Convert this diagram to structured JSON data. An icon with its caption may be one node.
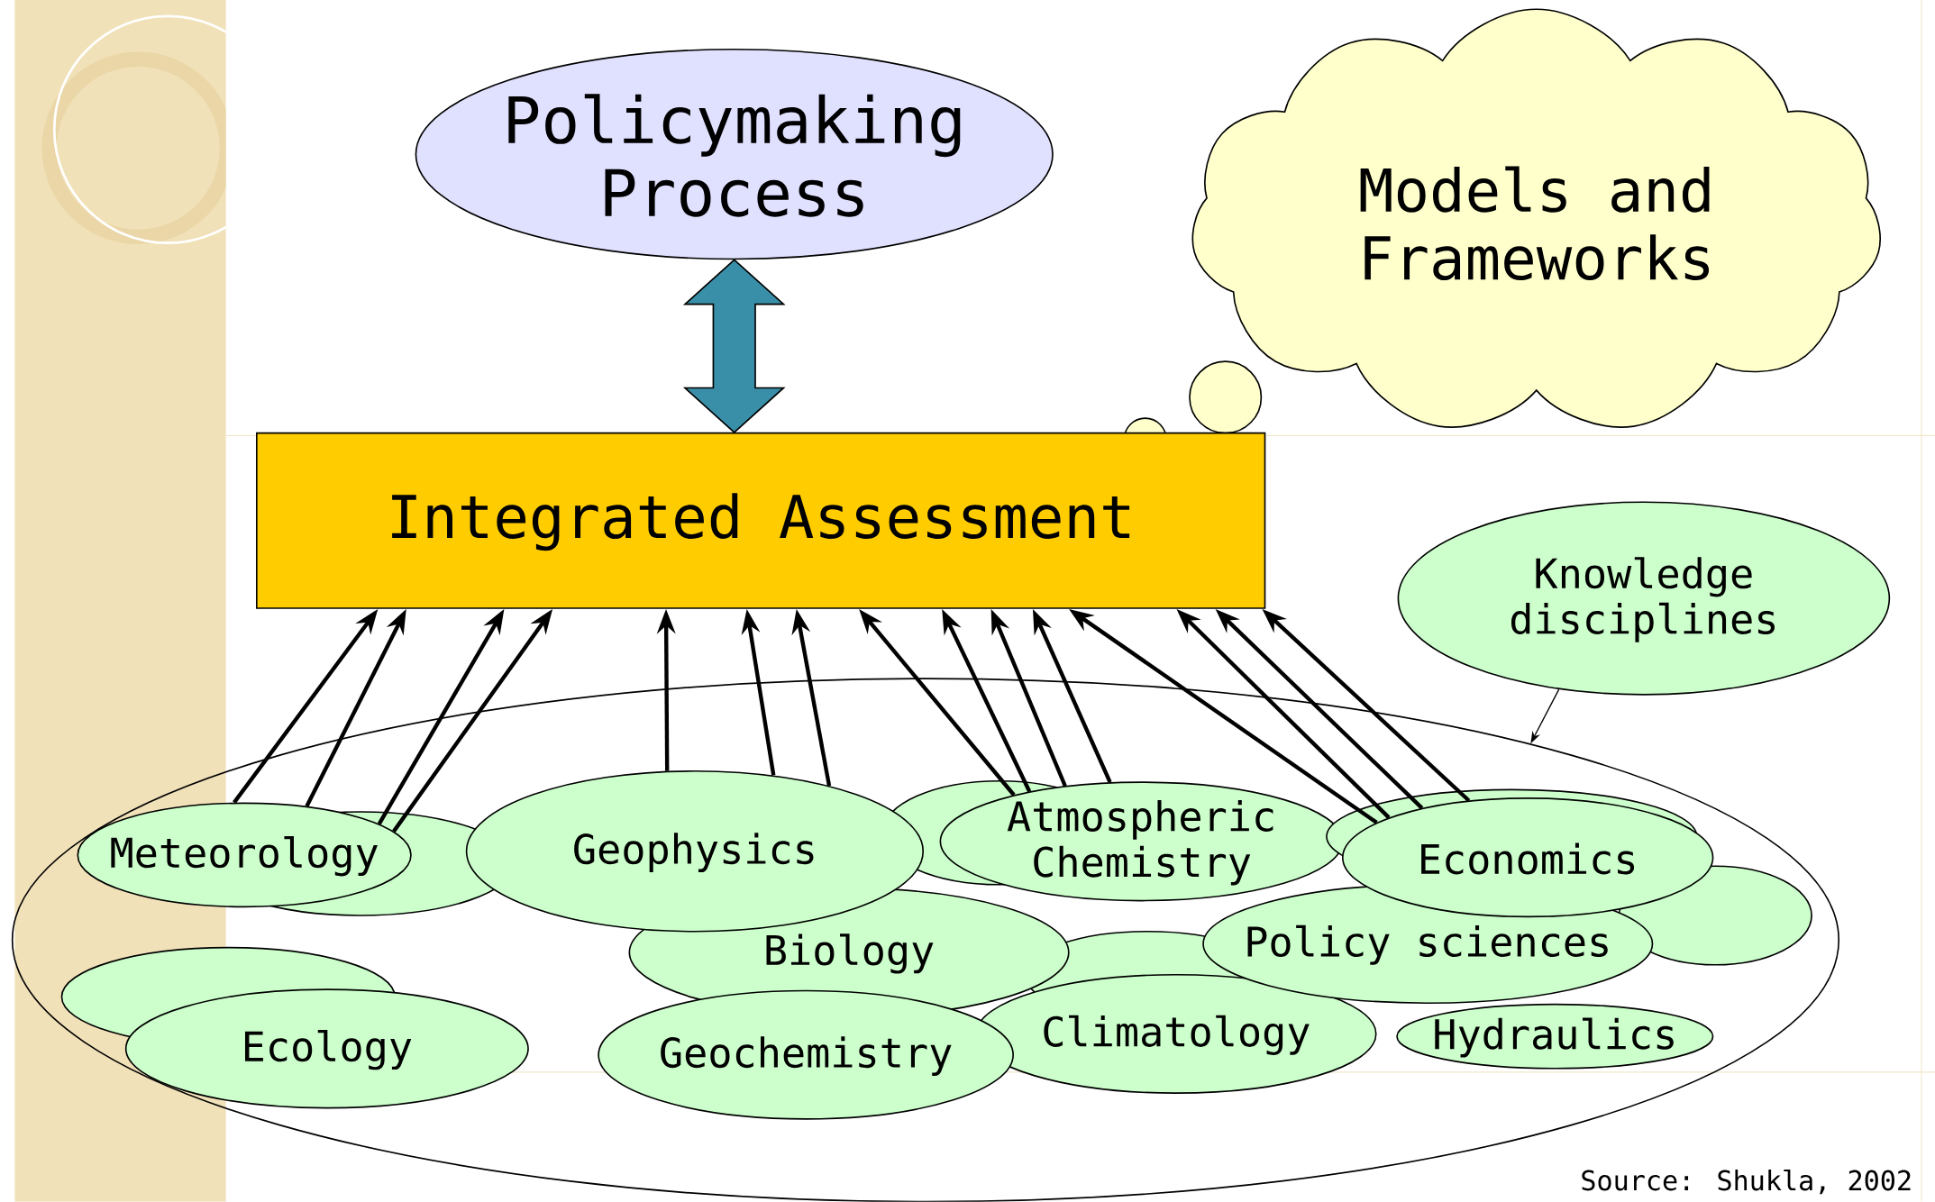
{
  "diagram": {
    "nodes": [
      {
        "text": [
          "Policymaking Process"
        ]
      },
      {
        "text": [
          "Models and Frameworks"
        ]
      },
      {
        "text": [
          "Integrated Assessment"
        ]
      },
      {
        "text": [
          "Knowledge disciplines"
        ]
      },
      {
        "text": [],
        "shape": "ellipse"
      },
      {
        "text": [
          "Meteorology"
        ],
        "in": 4
      },
      {
        "text": [
          "Geophysics"
        ],
        "in": 4
      },
      {
        "text": [
          "Atmospheric Chemistry"
        ],
        "in": 4
      },
      {
        "text": [
          "Economics"
        ],
        "in": 4
      },
      {
        "text": [
          "Biology"
        ],
        "in": 4
      },
      {
        "text": [
          "Policy sciences"
        ],
        "in": 4
      },
      {
        "text": [
          "Ecology"
        ],
        "in": 4
      },
      {
        "text": [
          "Geochemistry"
        ],
        "in": 4
      },
      {
        "text": [
          "Climatology"
        ],
        "in": 4
      },
      {
        "text": [
          "Hydraulics"
        ],
        "in": 4
      }
    ],
    "edges": [
      {
        "from": 0,
        "to": 2,
        "arrow": "both",
        "style": "thick",
        "color": "#3a8fa8"
      },
      {
        "from": 5,
        "to": 2,
        "arrow": "to"
      },
      {
        "from": 5,
        "to": 2,
        "arrow": "to"
      },
      {
        "from": 5,
        "to": 2,
        "arrow": "to"
      },
      {
        "from": 5,
        "to": 2,
        "arrow": "to"
      },
      {
        "from": 6,
        "to": 2,
        "arrow": "to"
      },
      {
        "from": 6,
        "to": 2,
        "arrow": "to"
      },
      {
        "from": 6,
        "to": 2,
        "arrow": "to"
      },
      {
        "from": 7,
        "to": 2,
        "arrow": "to"
      },
      {
        "from": 7,
        "to": 2,
        "arrow": "to"
      },
      {
        "from": 7,
        "to": 2,
        "arrow": "to"
      },
      {
        "from": 7,
        "to": 2,
        "arrow": "to"
      },
      {
        "from": 8,
        "to": 2,
        "arrow": "to"
      },
      {
        "from": 8,
        "to": 2,
        "arrow": "to"
      },
      {
        "from": 8,
        "to": 2,
        "arrow": "to"
      },
      {
        "from": 8,
        "to": 2,
        "arrow": "to"
      },
      {
        "from": 3,
        "to": 4,
        "arrow": "to"
      }
    ],
    "labels": [
      "Source: Shukla, 2002"
    ]
  }
}
